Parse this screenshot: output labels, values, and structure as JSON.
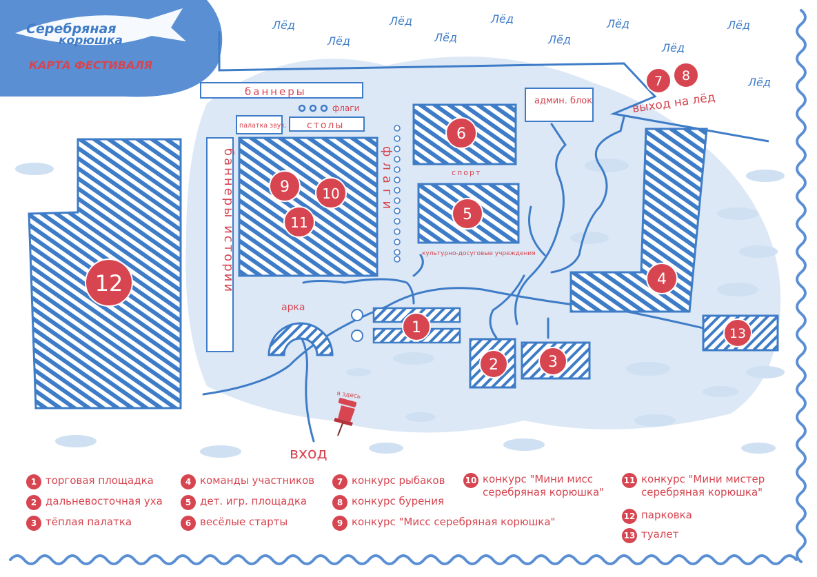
{
  "logo": {
    "line1": "Серебряная",
    "line2": "корюшка"
  },
  "title": "КАРТА ФЕСТИВАЛЯ",
  "ice_label": "Лёд",
  "labels": {
    "banners_top": "баннеры",
    "flags_small": "флаги",
    "sound_tent": "палатка звук.",
    "tables": "столы",
    "banners_history": "баннеры истории",
    "flags_column": "флаги",
    "sport": "спорт",
    "culture": "культурно-досуговые учреждения",
    "admin": "админ. блок",
    "ice_exit": "выход на лёд",
    "arch": "арка",
    "entrance": "вход",
    "you_are_here": "я здесь"
  },
  "zones": [
    {
      "num": "1"
    },
    {
      "num": "2"
    },
    {
      "num": "3"
    },
    {
      "num": "4"
    },
    {
      "num": "5"
    },
    {
      "num": "6"
    },
    {
      "num": "7"
    },
    {
      "num": "8"
    },
    {
      "num": "9"
    },
    {
      "num": "10"
    },
    {
      "num": "11"
    },
    {
      "num": "12"
    },
    {
      "num": "13"
    }
  ],
  "legend": [
    {
      "num": "1",
      "text": "торговая площадка"
    },
    {
      "num": "2",
      "text": "дальневосточная уха"
    },
    {
      "num": "3",
      "text": "тёплая палатка"
    },
    {
      "num": "4",
      "text": "команды участников"
    },
    {
      "num": "5",
      "text": "дет. игр. площадка"
    },
    {
      "num": "6",
      "text": "весёлые старты"
    },
    {
      "num": "7",
      "text": "конкурс рыбаков"
    },
    {
      "num": "8",
      "text": "конкурс бурения"
    },
    {
      "num": "9",
      "text": "конкурс \"Мисс серебряная корюшка\""
    },
    {
      "num": "10",
      "text": "конкурс \"Мини мисс\nсеребряная корюшка\""
    },
    {
      "num": "11",
      "text": "конкурс \"Мини мистер\nсеребряная корюшка\""
    },
    {
      "num": "12",
      "text": "парковка"
    },
    {
      "num": "13",
      "text": "туалет"
    }
  ],
  "colors": {
    "accent_red": "#d64550",
    "map_blue": "#3e7cc7",
    "area_light": "#dce8f6"
  }
}
